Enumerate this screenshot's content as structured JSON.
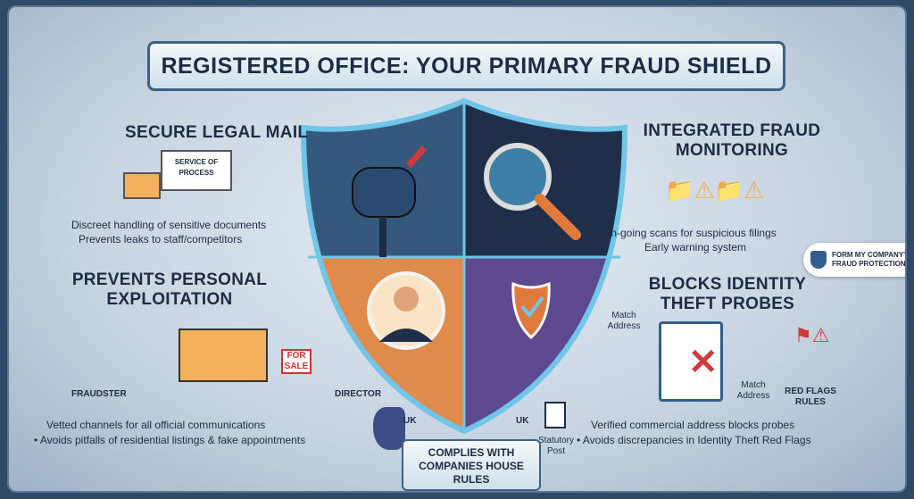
{
  "title": "REGISTERED OFFICE: YOUR PRIMARY FRAUD SHIELD",
  "badge": {
    "line1": "FORM MY COMPANY'S",
    "line2": "FRAUD PROTECTION"
  },
  "sections": {
    "mail": {
      "heading": "SECURE LEGAL MAIL",
      "envelope_text": "SERVICE OF PROCESS",
      "lines": [
        "Discreet handling of sensitive documents",
        "Prevents leaks to staff/competitors"
      ]
    },
    "monitoring": {
      "heading1": "INTEGRATED FRAUD",
      "heading2": "MONITORING",
      "lines": [
        "On-going scans for suspicious filings",
        "Early warning system"
      ]
    },
    "exploitation": {
      "heading1": "PREVENTS PERSONAL",
      "heading2": "EXPLOITATION",
      "labels": {
        "fraudster": "FRAUDSTER",
        "for_sale": "FOR SALE",
        "director": "DIRECTOR"
      },
      "lines": [
        "Vetted channels for all official communications",
        "• Avoids pitfalls of residential listings & fake appointments"
      ]
    },
    "identity": {
      "heading1": "BLOCKS IDENTITY",
      "heading2": "THEFT PROBES",
      "labels": {
        "match1": "Match Address",
        "match2": "Match Address",
        "red_flags": "RED FLAGS RULES"
      },
      "lines": [
        "Verified commercial address blocks probes",
        "• Avoids discrepancies in Identity Theft Red Flags"
      ]
    }
  },
  "footer": {
    "uk1": "UK",
    "uk2": "UK",
    "statutory": "Statutory Post",
    "comply": "COMPLIES WITH COMPANIES HOUSE RULES"
  },
  "colors": {
    "navy": "#1d2b44",
    "orange": "#e07a3c",
    "purple": "#5a4b8c",
    "shield_blue": "#2f5f8a"
  }
}
